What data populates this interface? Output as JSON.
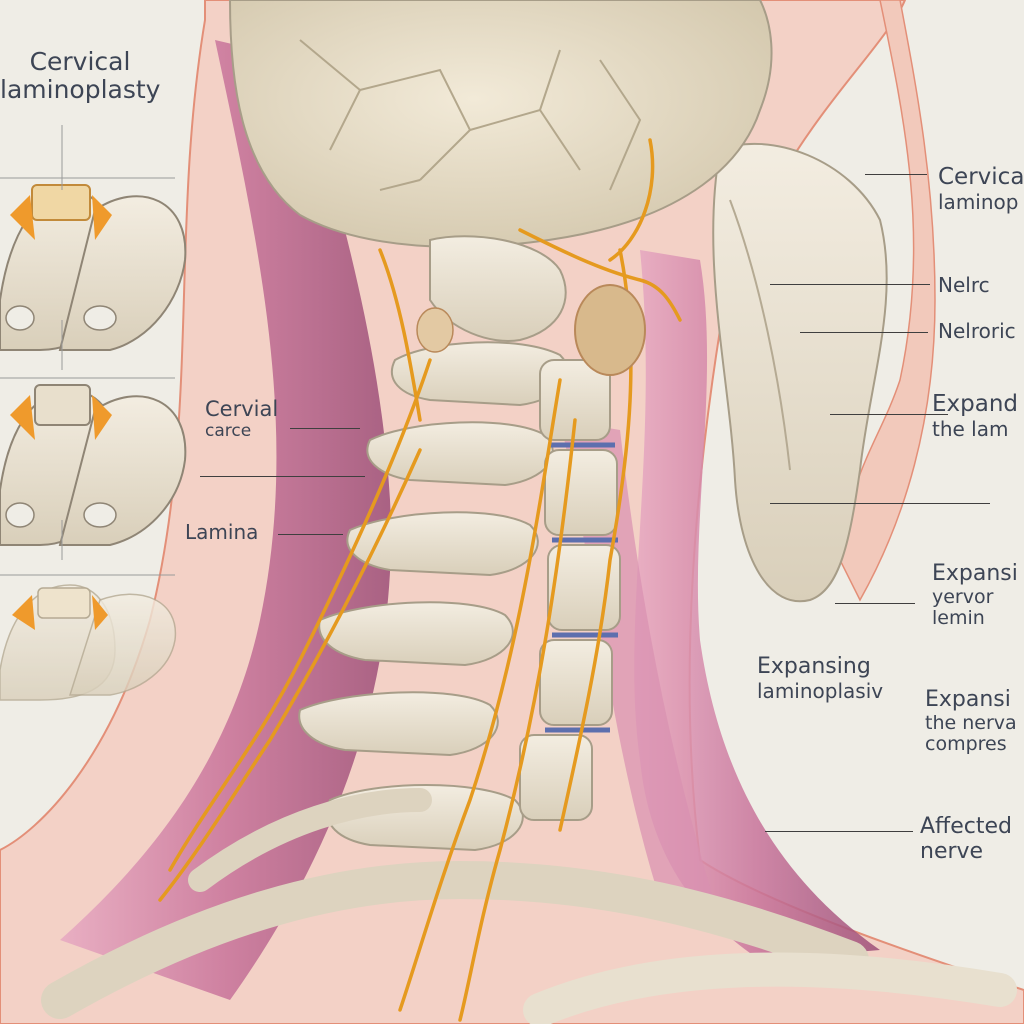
{
  "labels": {
    "top_left_title": {
      "line1": "Cervical",
      "line2": "laminoplasty"
    },
    "cervical_carce": {
      "line1": "Cervial",
      "line2": "carce"
    },
    "lamina": "Lamina",
    "right_top": {
      "line1": "Cervical",
      "line2": "laminop"
    },
    "nelrc": "Nelrc",
    "nelroric": "Nelroric",
    "expand_lamina": {
      "line1": "Expand",
      "line2": "the lam"
    },
    "expansi_vervor": {
      "line1": "Expansi",
      "line2": "yervor",
      "line3": "lemin"
    },
    "expansing_laminoplasty": {
      "line1": "Expansing",
      "line2": "laminoplasiv"
    },
    "expansi_nerve": {
      "line1": "Expansi",
      "line2": "the nerva",
      "line3": "compres"
    },
    "affected_nerve": {
      "line1": "Affected",
      "line2": "nerve"
    }
  },
  "colors": {
    "background": "#efede6",
    "bone": "#e6dfcf",
    "bone_shadow": "#b9ad95",
    "nerve": "#e59a1f",
    "muscle": "#c8739a",
    "skin": "#f0b6a6",
    "label_text": "#3d4555"
  }
}
